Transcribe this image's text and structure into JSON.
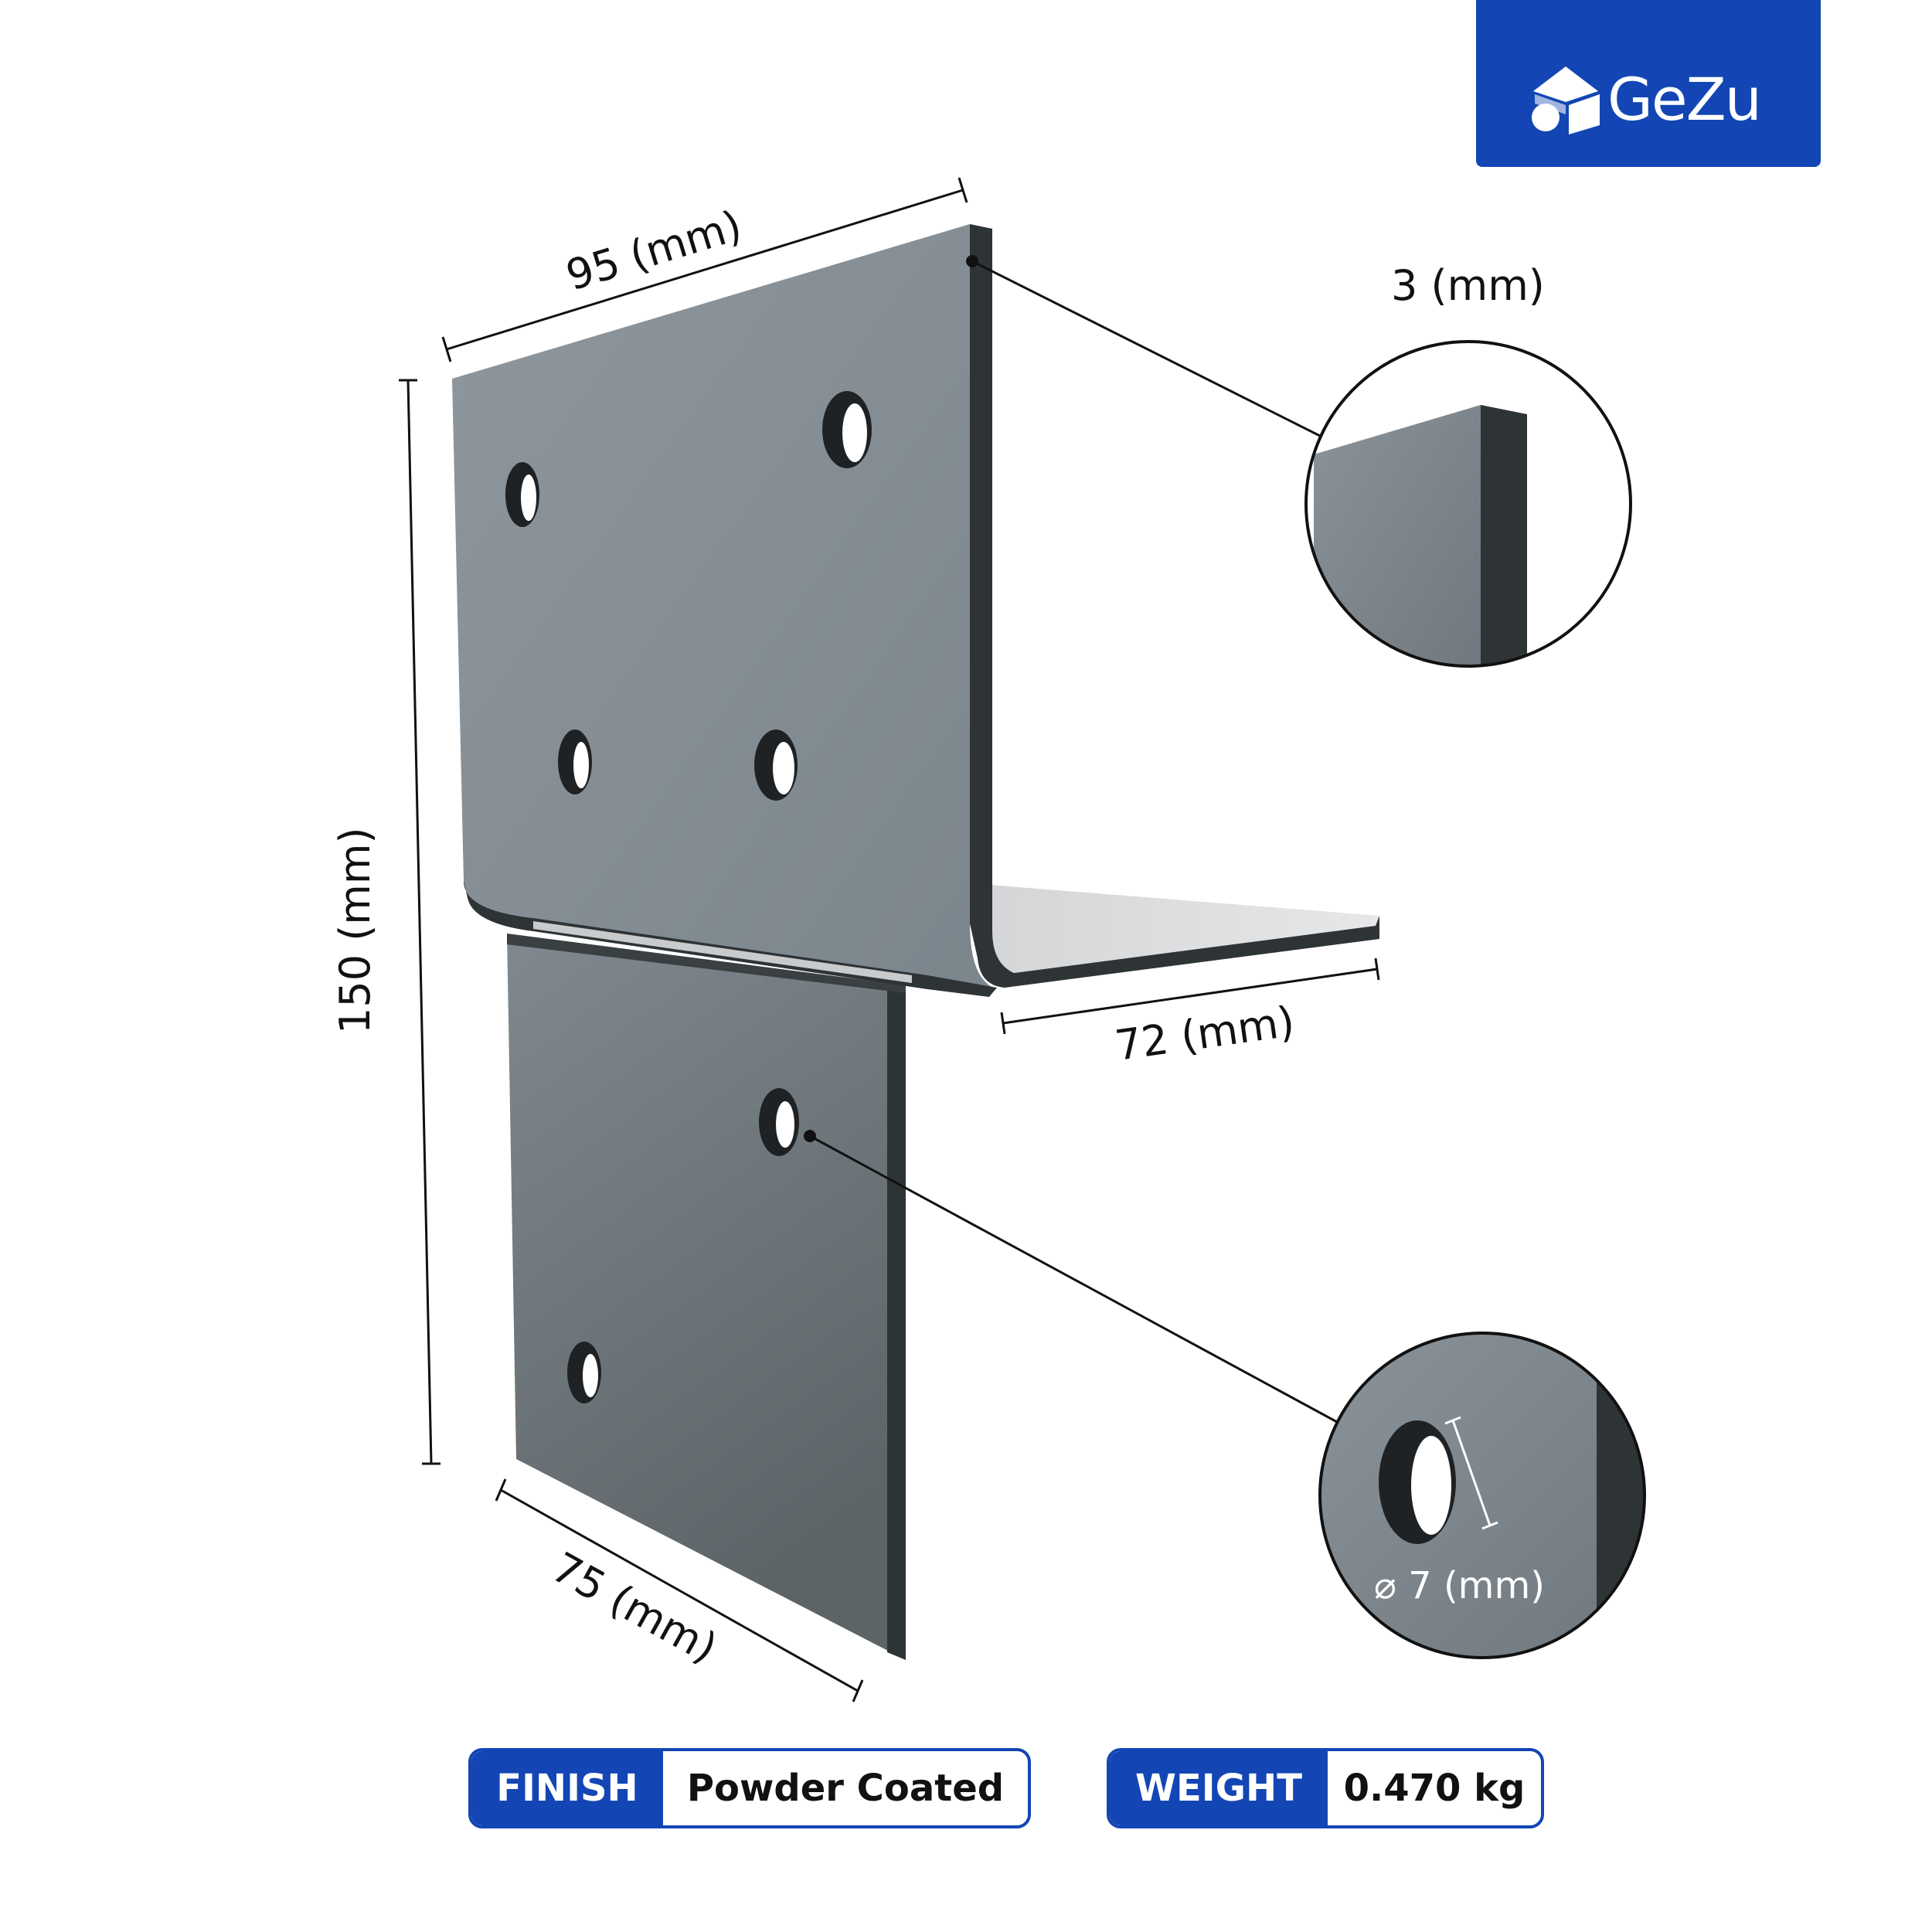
{
  "brand": {
    "name": "GeZu",
    "color": "#1346b4"
  },
  "dimensions": {
    "top_width": "95 (mm)",
    "height": "150 (mm)",
    "bottom_width": "75 (mm)",
    "flange_depth": "72 (mm)",
    "thickness": "3 (mm)",
    "hole_diameter": "⌀ 7 (mm)"
  },
  "specs": [
    {
      "label": "FINISH",
      "value": "Powder Coated"
    },
    {
      "label": "WEIGHT",
      "value": "0.470 kg"
    }
  ],
  "colors": {
    "plate_light": "#8c959b",
    "plate_dark": "#5c6368",
    "edge": "#2e3336",
    "flange": "#c9cacc"
  }
}
